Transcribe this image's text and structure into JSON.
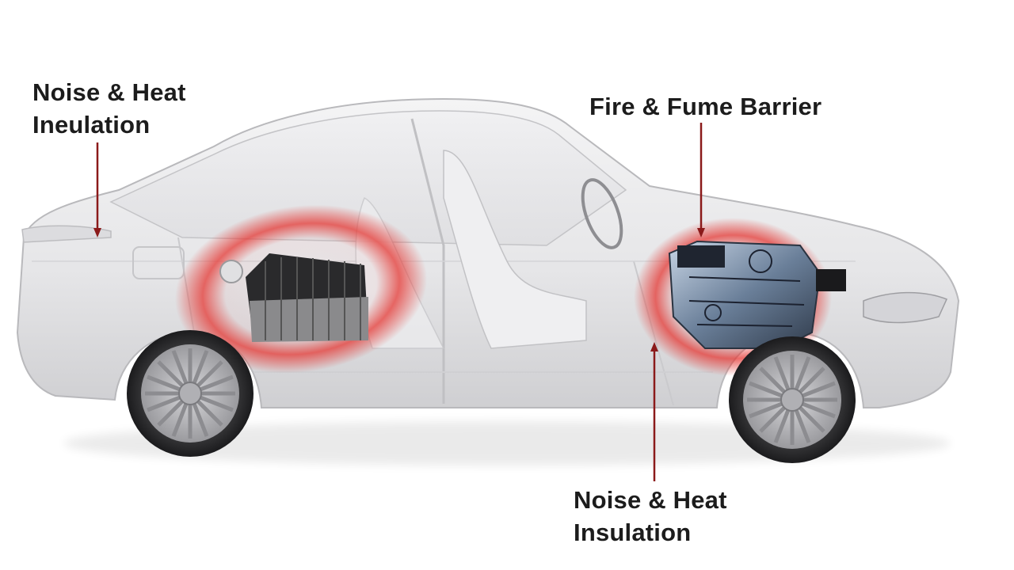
{
  "callouts": {
    "rear": {
      "line1": "Noise & Heat",
      "line2": "Ineulation"
    },
    "front_top": {
      "line1": "Fire & Fume Barrier"
    },
    "front_bottom": {
      "line1": "Noise & Heat",
      "line2": "Insulation"
    }
  },
  "colors": {
    "leader_line": "#8b1a1a",
    "highlight_glow": "#e53935",
    "car_body": "#e9e9ea",
    "car_outline": "#b9b9bc"
  }
}
